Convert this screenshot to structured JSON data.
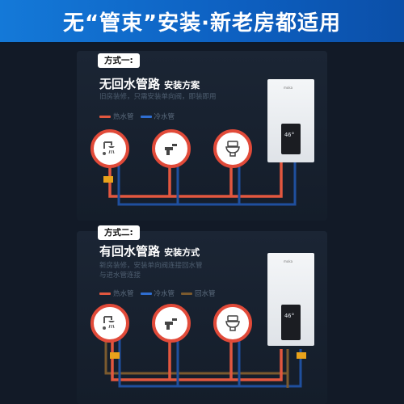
{
  "banner": {
    "title": "无“管束”安装·新老房都适用"
  },
  "colors": {
    "hot": "#e2573f",
    "cold": "#1f4f9e",
    "return": "#7b5a2e",
    "banner": "#1479d8"
  },
  "method1": {
    "tag": "方式一:",
    "title_big": "无回水管路",
    "title_small": "安装方案",
    "desc": [
      "旧房装修，只需安装单向阀，即装即用"
    ],
    "legend": [
      "热水管",
      "冷水管"
    ]
  },
  "method2": {
    "tag": "方式二:",
    "title_big": "有回水管路",
    "title_small": "安装方式",
    "desc": [
      "新房装修，安装单向阀连接回水管",
      "与进水管连接"
    ],
    "legend": [
      "热水管",
      "冷水管",
      "回水管"
    ]
  },
  "fixtures": [
    "shower-icon",
    "faucet-icon",
    "toilet-icon"
  ],
  "heater": {
    "readout": "46°",
    "brand": "moka"
  }
}
